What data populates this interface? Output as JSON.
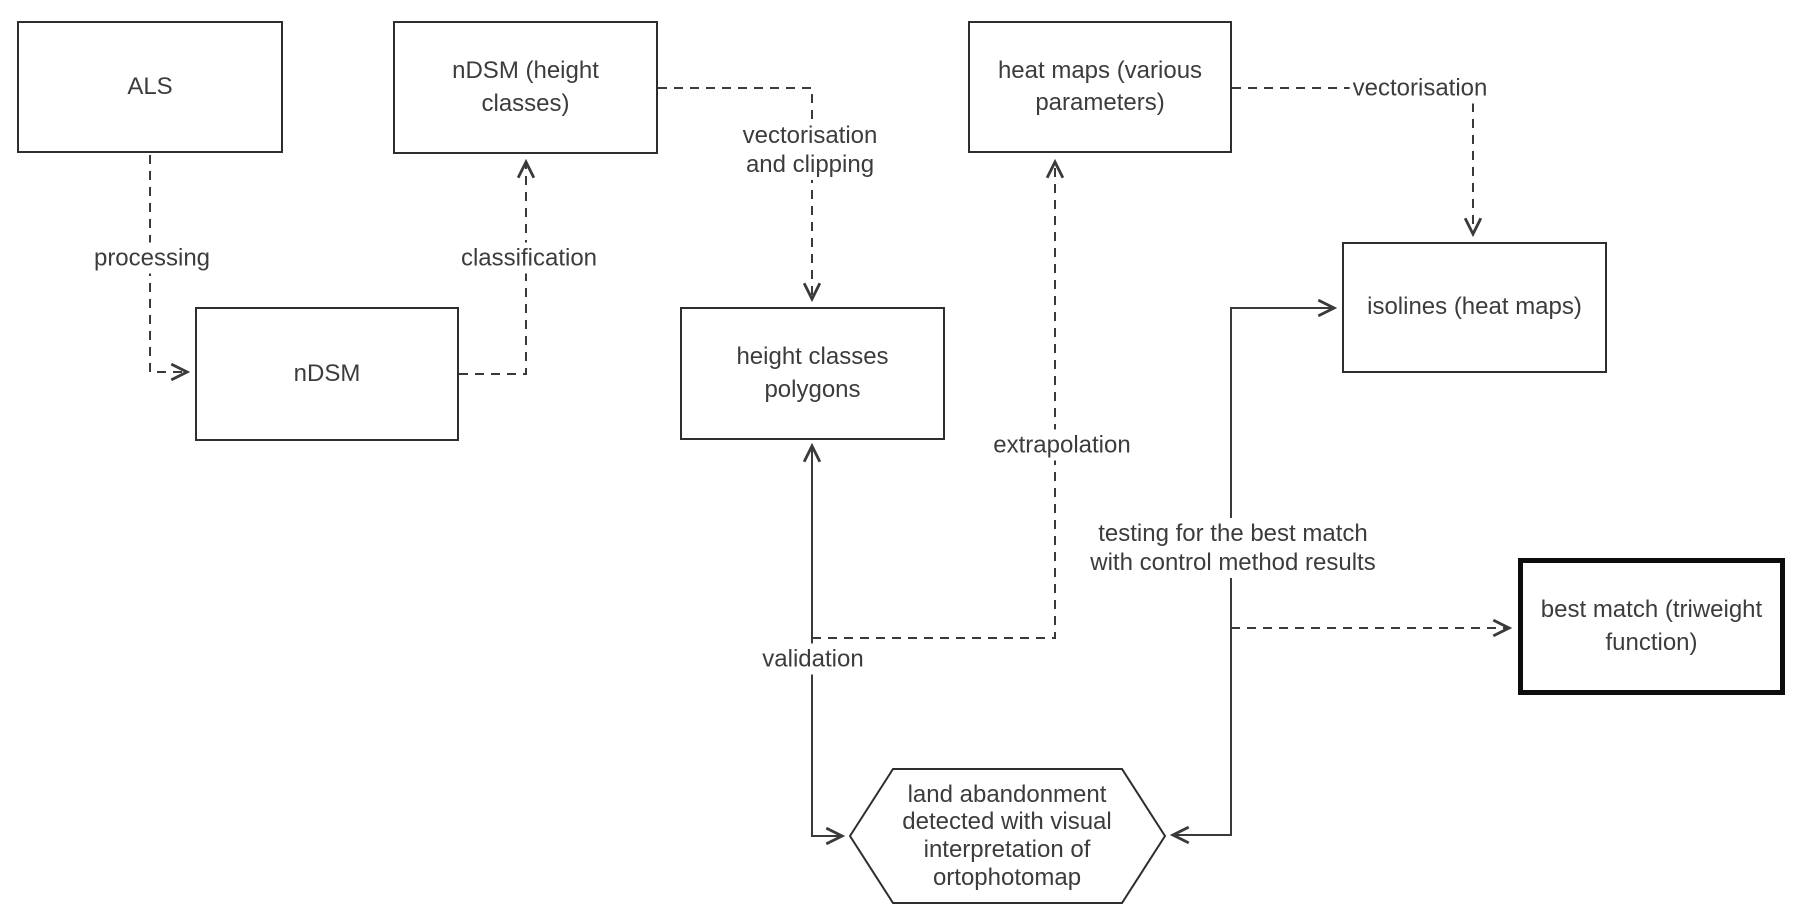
{
  "diagram": {
    "background": "#ffffff",
    "line_color": "#3a3a3a",
    "text_color": "#3c3c3c",
    "nodes": {
      "als": {
        "label": "ALS",
        "shape": "rectangle"
      },
      "ndsm": {
        "label": "nDSM",
        "shape": "rectangle"
      },
      "ndsm_height_classes": {
        "label": "nDSM (height classes)",
        "shape": "rectangle"
      },
      "height_classes_polygons": {
        "label": "height classes polygons",
        "shape": "rectangle"
      },
      "heat_maps": {
        "label": "heat maps (various parameters)",
        "shape": "rectangle"
      },
      "isolines": {
        "label": "isolines (heat maps)",
        "shape": "rectangle"
      },
      "best_match": {
        "label": "best match (triweight function)",
        "shape": "rectangle",
        "emphasized": true
      },
      "land_abandonment": {
        "label": "land abandonment detected with visual interpretation of ortophotomap",
        "shape": "hexagon"
      }
    },
    "edges": [
      {
        "from": "als",
        "to": "ndsm",
        "label": "processing",
        "style": "dashed",
        "arrows": "end"
      },
      {
        "from": "ndsm",
        "to": "ndsm_height_classes",
        "label": "classification",
        "style": "dashed",
        "arrows": "end"
      },
      {
        "from": "ndsm_height_classes",
        "to": "height_classes_polygons",
        "label": "vectorisation and clipping",
        "style": "dashed",
        "arrows": "end"
      },
      {
        "from": "heat_maps",
        "to": "isolines",
        "label": "vectorisation",
        "style": "dashed",
        "arrows": "end"
      },
      {
        "from": "height_classes_polygons",
        "to": "heat_maps",
        "label": "extrapolation",
        "style": "dashed",
        "arrows": "end"
      },
      {
        "from": "height_classes_polygons",
        "to": "land_abandonment",
        "label": "validation",
        "style": "solid",
        "arrows": "both"
      },
      {
        "from": "isolines",
        "to": "land_abandonment",
        "label": "testing for the best match with control method results",
        "style": "solid",
        "arrows": "both"
      },
      {
        "from": "isolines",
        "to": "best_match",
        "label": "",
        "style": "dashed",
        "arrows": "end"
      }
    ]
  }
}
